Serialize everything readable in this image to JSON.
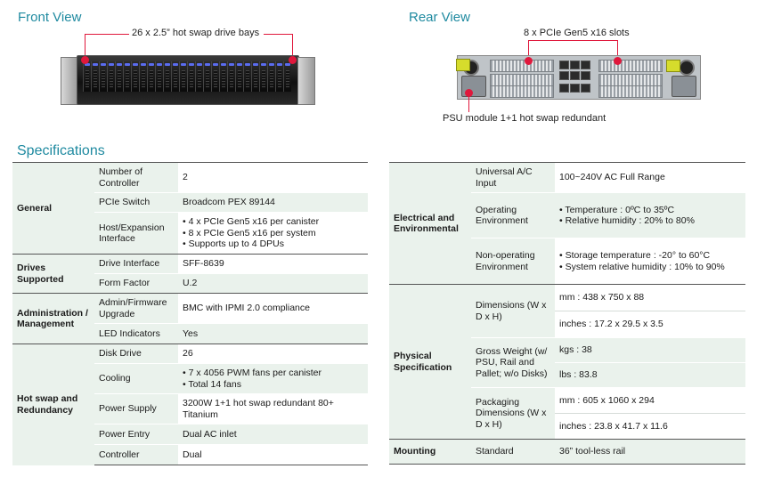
{
  "front": {
    "title": "Front View",
    "caption": "26 x 2.5” hot swap drive bays"
  },
  "rear": {
    "title": "Rear View",
    "caption_top": "8 x PCIe Gen5 x16 slots",
    "caption_bottom": "PSU module 1+1 hot swap redundant"
  },
  "specs_title": "Specifications",
  "left_table": [
    {
      "category": "General",
      "rows": [
        {
          "label": "Number of Controller",
          "value": [
            "2"
          ]
        },
        {
          "label": "PCIe Switch",
          "value": [
            "Broadcom PEX 89144"
          ]
        },
        {
          "label": "Host/Expansion Interface",
          "value": [
            "• 4 x PCIe Gen5 x16 per canister",
            "• 8 x PCIe Gen5 x16 per system",
            "• Supports up to 4 DPUs"
          ]
        }
      ]
    },
    {
      "category": "Drives Supported",
      "rows": [
        {
          "label": "Drive Interface",
          "value": [
            "SFF-8639"
          ]
        },
        {
          "label": "Form Factor",
          "value": [
            "U.2"
          ]
        }
      ]
    },
    {
      "category": "Administration / Management",
      "rows": [
        {
          "label": "Admin/Firmware Upgrade",
          "value": [
            "BMC with IPMI 2.0 compliance"
          ]
        },
        {
          "label": "LED Indicators",
          "value": [
            "Yes"
          ]
        }
      ]
    },
    {
      "category": "Hot swap and Redundancy",
      "rows": [
        {
          "label": "Disk Drive",
          "value": [
            "26"
          ]
        },
        {
          "label": "Cooling",
          "value": [
            "• 7 x 4056 PWM fans per canister",
            "• Total 14 fans"
          ]
        },
        {
          "label": "Power Supply",
          "value": [
            "3200W 1+1 hot swap redundant 80+ Titanium"
          ]
        },
        {
          "label": "Power Entry",
          "value": [
            "Dual AC inlet"
          ]
        },
        {
          "label": "Controller",
          "value": [
            "Dual"
          ]
        }
      ]
    }
  ],
  "right_table": {
    "electrical": {
      "category": "Electrical and Environmental",
      "rows": [
        {
          "label": "Universal A/C Input",
          "value": [
            "100~240V AC Full Range"
          ]
        },
        {
          "label": "Operating Environment",
          "value": [
            "• Temperature : 0ºC to 35ºC",
            "• Relative humidity : 20% to 80%"
          ]
        },
        {
          "label": "Non-operating Environment",
          "value": [
            "• Storage temperature : -20° to 60°C",
            "• System relative humidity : 10% to 90%"
          ]
        }
      ]
    },
    "physical": {
      "category": "Physical Specification",
      "dimensions_label": "Dimensions (W x D x H)",
      "dimensions_mm": "mm : 438 x 750 x 88",
      "dimensions_in": "inches : 17.2 x 29.5 x 3.5",
      "weight_label": "Gross Weight (w/ PSU, Rail and Pallet; w/o Disks)",
      "weight_kg": "kgs : 38",
      "weight_lb": "lbs : 83.8",
      "packaging_label": "Packaging Dimensions (W x D x H)",
      "packaging_mm": "mm : 605 x 1060 x 294",
      "packaging_in": "inches : 23.8 x 41.7 x 11.6"
    },
    "mounting": {
      "category": "Mounting",
      "label": "Standard",
      "value": "36” tool-less rail"
    }
  },
  "colors": {
    "accent": "#1f8aa0",
    "row_shade": "#eaf2ec",
    "marker": "#e0183c",
    "led": "#5a6cf0"
  }
}
